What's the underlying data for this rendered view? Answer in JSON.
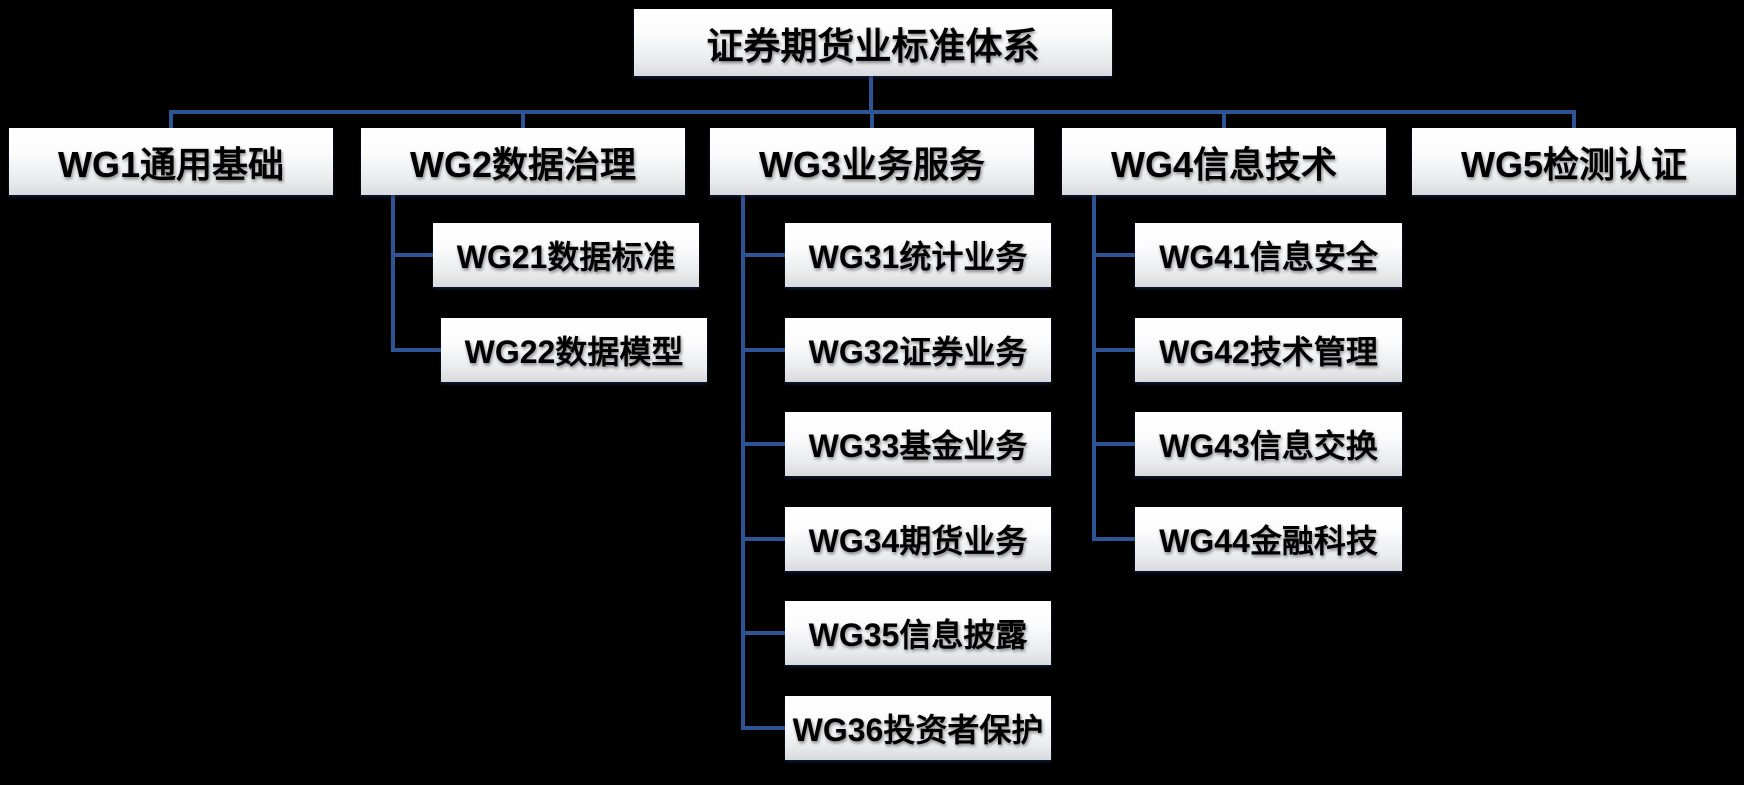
{
  "chart_title": "证券期货业标准体系",
  "colors": {
    "background": "#000000",
    "connector": "#2F5496",
    "box_text": "#000000",
    "box_fill_top": "#FFFFFF",
    "box_fill_bottom": "#D8DADD"
  },
  "tree": {
    "root": {
      "label": "证券期货业标准体系"
    },
    "groups": [
      {
        "label": "WG1通用基础",
        "children": []
      },
      {
        "label": "WG2数据治理",
        "children": [
          {
            "label": "WG21数据标准"
          },
          {
            "label": "WG22数据模型"
          }
        ]
      },
      {
        "label": "WG3业务服务",
        "children": [
          {
            "label": "WG31统计业务"
          },
          {
            "label": "WG32证券业务"
          },
          {
            "label": "WG33基金业务"
          },
          {
            "label": "WG34期货业务"
          },
          {
            "label": "WG35信息披露"
          },
          {
            "label": "WG36投资者保护"
          }
        ]
      },
      {
        "label": "WG4信息技术",
        "children": [
          {
            "label": "WG41信息安全"
          },
          {
            "label": "WG42技术管理"
          },
          {
            "label": "WG43信息交换"
          },
          {
            "label": "WG44金融科技"
          }
        ]
      },
      {
        "label": "WG5检测认证",
        "children": []
      }
    ]
  }
}
